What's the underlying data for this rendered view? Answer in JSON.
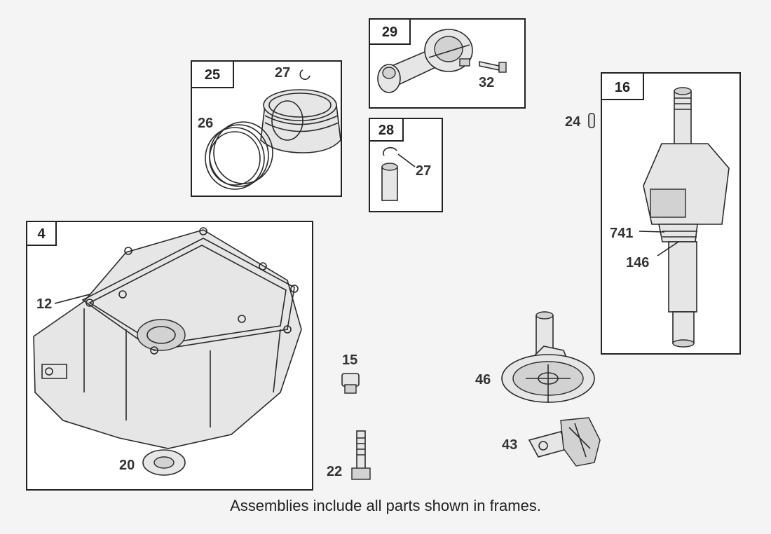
{
  "frames": {
    "f25": "25",
    "f29": "29",
    "f28": "28",
    "f16": "16",
    "f4": "4"
  },
  "callouts": {
    "c27a": "27",
    "c26": "26",
    "c32": "32",
    "c27b": "27",
    "c24": "24",
    "c741": "741",
    "c146": "146",
    "c12": "12",
    "c15": "15",
    "c46": "46",
    "c43": "43",
    "c20": "20",
    "c22": "22"
  },
  "caption": "Assemblies include all parts shown in frames."
}
